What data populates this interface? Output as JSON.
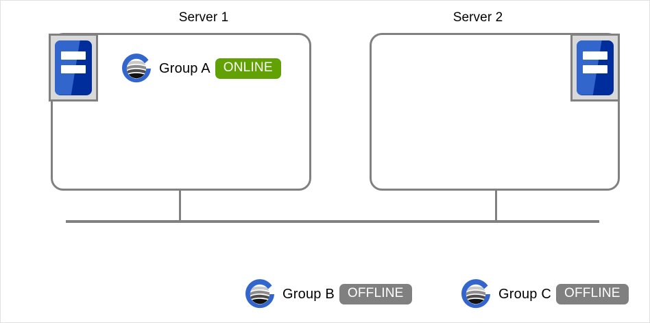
{
  "diagram": {
    "type": "cluster-topology",
    "colors": {
      "online_badge": "#62A103",
      "offline_badge": "#808080",
      "box_border": "#808080",
      "icon_frame": "#808080",
      "icon_frame_fill": "#D9D9D9",
      "chassis_light": "#3366CC",
      "chassis_dark": "#002D9C",
      "globe_ring": "#3366CC",
      "page_border": "#E0E0E0",
      "text": "#000000",
      "badge_text": "#FFFFFF"
    }
  },
  "servers": [
    {
      "id": "server-1",
      "title": "Server 1",
      "icon_side": "left",
      "icon_name": "server-icon"
    },
    {
      "id": "server-2",
      "title": "Server 2",
      "icon_side": "right",
      "icon_name": "server-icon"
    }
  ],
  "hosted_groups": [
    {
      "id": "group-a",
      "label": "Group A",
      "status": "ONLINE",
      "status_state": "online",
      "host": "server-1",
      "icon_name": "group-globe-icon"
    }
  ],
  "unassigned_groups": [
    {
      "id": "group-b",
      "label": "Group B",
      "status": "OFFLINE",
      "status_state": "offline",
      "icon_name": "group-globe-icon"
    },
    {
      "id": "group-c",
      "label": "Group C",
      "status": "OFFLINE",
      "status_state": "offline",
      "icon_name": "group-globe-icon"
    }
  ],
  "connections": {
    "bus_name": "shared-bus-line",
    "links": [
      "server-1-to-bus",
      "server-2-to-bus"
    ]
  }
}
